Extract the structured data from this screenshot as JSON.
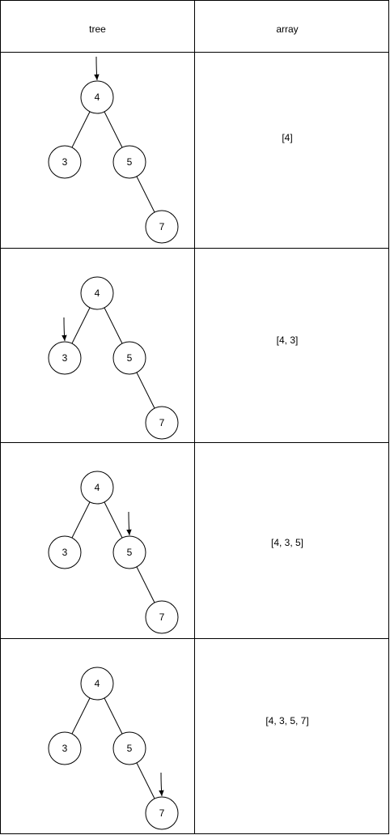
{
  "table": {
    "headers": {
      "tree": "tree",
      "array": "array"
    },
    "rows": [
      {
        "pointer_node": "4",
        "array": "[4]"
      },
      {
        "pointer_node": "3",
        "array": "[4, 3]"
      },
      {
        "pointer_node": "5",
        "array": "[4, 3, 5]"
      },
      {
        "pointer_node": "7",
        "array": "[4, 3, 5, 7]"
      }
    ]
  },
  "tree": {
    "nodes": [
      {
        "id": "root",
        "label": "4"
      },
      {
        "id": "left",
        "label": "3"
      },
      {
        "id": "right",
        "label": "5"
      },
      {
        "id": "right-right",
        "label": "7"
      }
    ],
    "edges": [
      {
        "from": "root",
        "to": "left"
      },
      {
        "from": "root",
        "to": "right"
      },
      {
        "from": "right",
        "to": "right-right"
      }
    ]
  },
  "colors": {
    "stroke": "#000000",
    "background": "#ffffff"
  }
}
